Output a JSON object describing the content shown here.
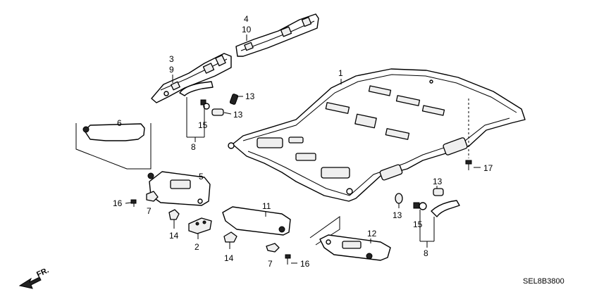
{
  "callouts": {
    "c1": "1",
    "c2": "2",
    "c3": "3",
    "c4": "4",
    "c5": "5",
    "c6": "6",
    "c7a": "7",
    "c7b": "7",
    "c8a": "8",
    "c8b": "8",
    "c9": "9",
    "c10": "10",
    "c11": "11",
    "c12": "12",
    "c13a": "13",
    "c13b": "13",
    "c13c": "13",
    "c13d": "13",
    "c14a": "14",
    "c14b": "14",
    "c15a": "15",
    "c15b": "15",
    "c16a": "16",
    "c16b": "16",
    "c17": "17"
  },
  "front_label": "FR.",
  "diagram_code": "SEL8B3800"
}
